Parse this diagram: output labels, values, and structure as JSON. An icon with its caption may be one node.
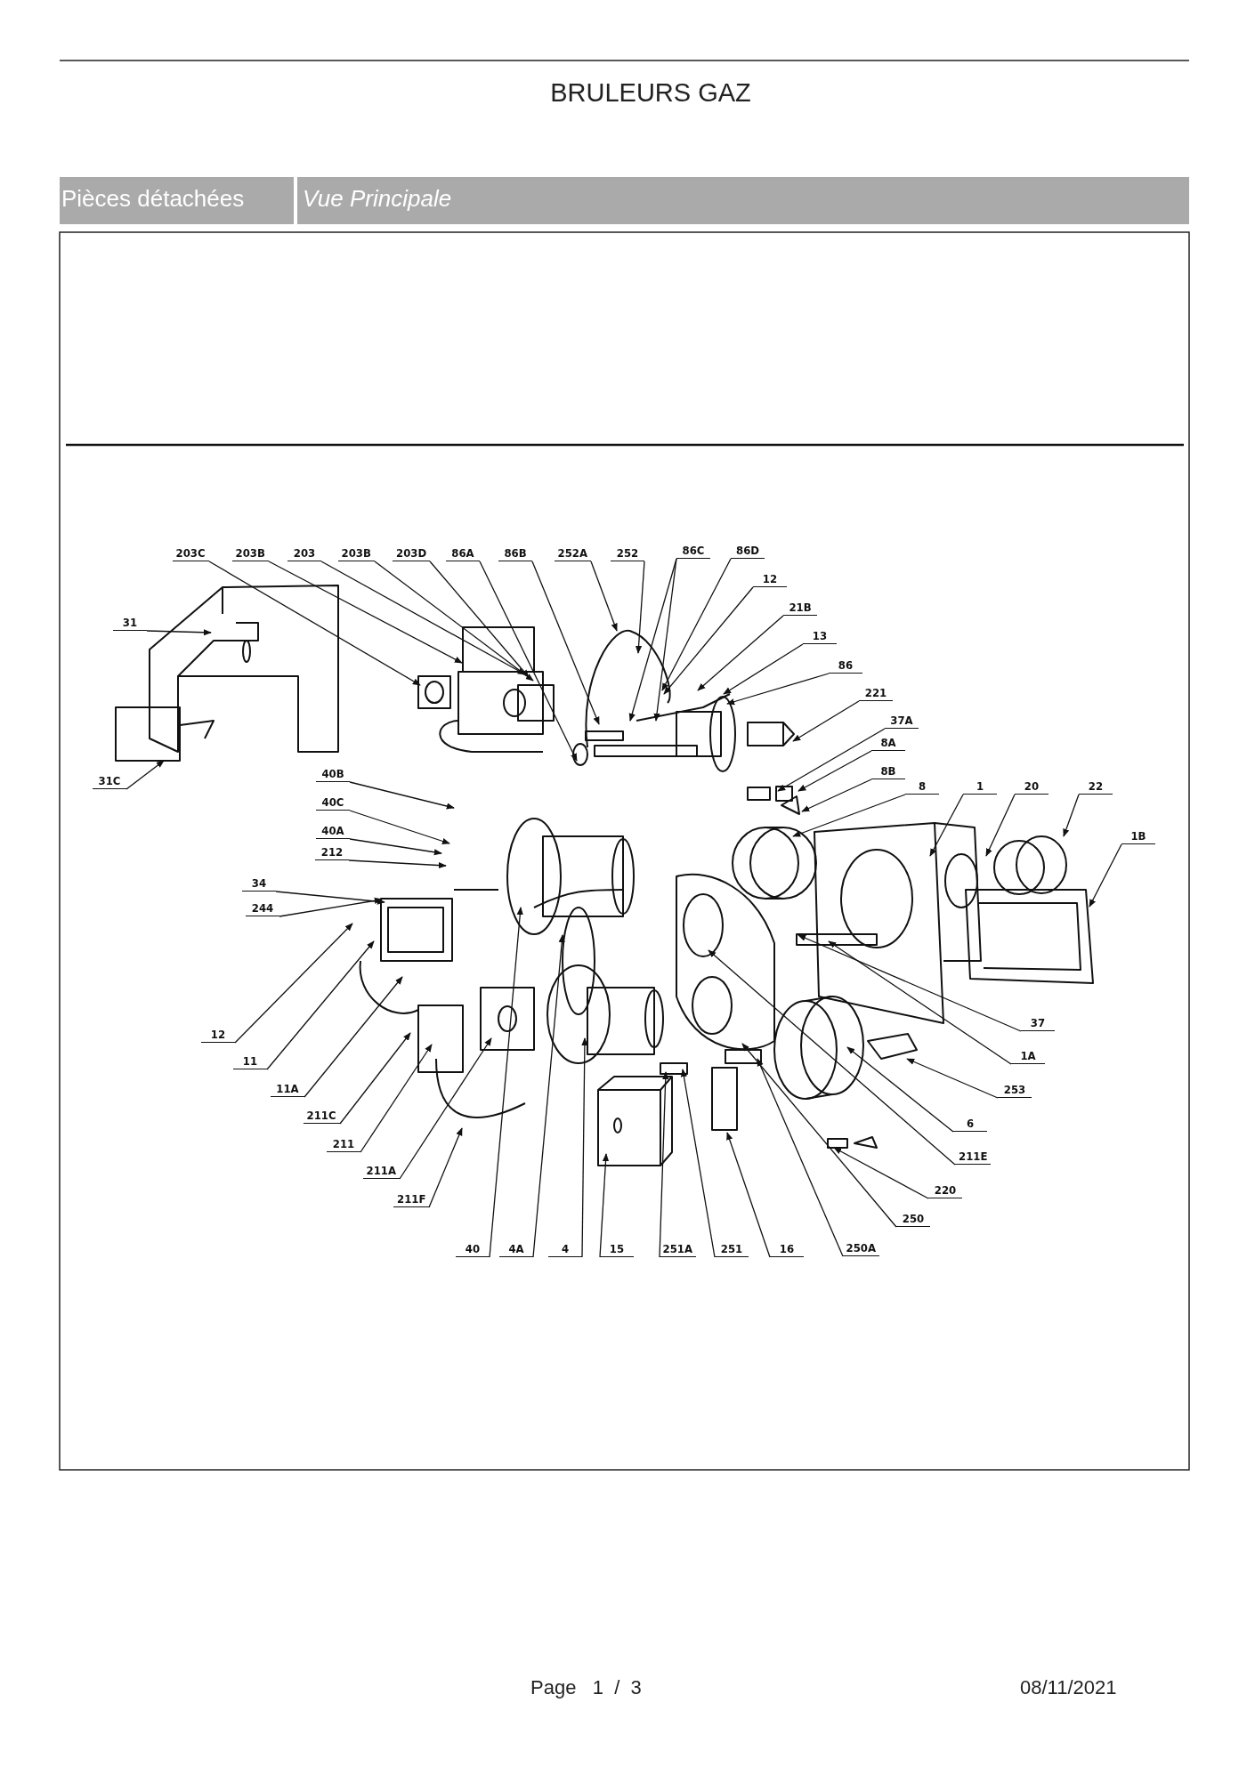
{
  "diagram": {
    "title": "BRULEURS GAZ",
    "nodes": [
      {
        "text": [
          "203C"
        ]
      },
      {
        "text": [
          "203B"
        ]
      },
      {
        "text": [
          "203"
        ]
      },
      {
        "text": [
          "203B"
        ]
      },
      {
        "text": [
          "203D"
        ]
      },
      {
        "text": [
          "86A"
        ]
      },
      {
        "text": [
          "86B"
        ]
      },
      {
        "text": [
          "252A"
        ]
      },
      {
        "text": [
          "252"
        ]
      },
      {
        "text": [
          "86C"
        ]
      },
      {
        "text": [
          "86D"
        ]
      },
      {
        "text": [
          "12"
        ]
      },
      {
        "text": [
          "21B"
        ]
      },
      {
        "text": [
          "13"
        ]
      },
      {
        "text": [
          "86"
        ]
      },
      {
        "text": [
          "221"
        ]
      },
      {
        "text": [
          "37A"
        ]
      },
      {
        "text": [
          "8A"
        ]
      },
      {
        "text": [
          "8B"
        ]
      },
      {
        "text": [
          "8"
        ]
      },
      {
        "text": [
          "1"
        ]
      },
      {
        "text": [
          "20"
        ]
      },
      {
        "text": [
          "22"
        ]
      },
      {
        "text": [
          "1B"
        ]
      },
      {
        "text": [
          "31"
        ]
      },
      {
        "text": [
          "31C"
        ]
      },
      {
        "text": [
          "40B"
        ]
      },
      {
        "text": [
          "40C"
        ]
      },
      {
        "text": [
          "40A"
        ]
      },
      {
        "text": [
          "212"
        ]
      },
      {
        "text": [
          "34"
        ]
      },
      {
        "text": [
          "244"
        ]
      },
      {
        "text": [
          "12"
        ]
      },
      {
        "text": [
          "11"
        ]
      },
      {
        "text": [
          "11A"
        ]
      },
      {
        "text": [
          "211C"
        ]
      },
      {
        "text": [
          "211"
        ]
      },
      {
        "text": [
          "211A"
        ]
      },
      {
        "text": [
          "211F"
        ]
      },
      {
        "text": [
          "40"
        ]
      },
      {
        "text": [
          "4A"
        ]
      },
      {
        "text": [
          "4"
        ]
      },
      {
        "text": [
          "15"
        ]
      },
      {
        "text": [
          "251A"
        ]
      },
      {
        "text": [
          "251"
        ]
      },
      {
        "text": [
          "16"
        ]
      },
      {
        "text": [
          "250A"
        ]
      },
      {
        "text": [
          "37"
        ]
      },
      {
        "text": [
          "1A"
        ]
      },
      {
        "text": [
          "253"
        ]
      },
      {
        "text": [
          "6"
        ]
      },
      {
        "text": [
          "211E"
        ]
      },
      {
        "text": [
          "220"
        ]
      },
      {
        "text": [
          "250"
        ]
      }
    ],
    "edges": [
      {
        "from": 0,
        "to": null,
        "arrow": "to"
      },
      {
        "from": 1,
        "to": null,
        "arrow": "to"
      },
      {
        "from": 2,
        "to": null,
        "arrow": "to"
      },
      {
        "from": 3,
        "to": null,
        "arrow": "to"
      },
      {
        "from": 4,
        "to": null,
        "arrow": "to"
      },
      {
        "from": 5,
        "to": null,
        "arrow": "to"
      },
      {
        "from": 6,
        "to": null,
        "arrow": "to"
      },
      {
        "from": 7,
        "to": null,
        "arrow": "to"
      },
      {
        "from": 8,
        "to": null,
        "arrow": "to"
      },
      {
        "from": 9,
        "to": null,
        "arrow": "to"
      },
      {
        "from": 9,
        "to": null,
        "arrow": "to"
      },
      {
        "from": 10,
        "to": null,
        "arrow": "to"
      },
      {
        "from": 11,
        "to": null,
        "arrow": "to"
      },
      {
        "from": 12,
        "to": null,
        "arrow": "to"
      },
      {
        "from": 13,
        "to": null,
        "arrow": "to"
      },
      {
        "from": 14,
        "to": null,
        "arrow": "to"
      },
      {
        "from": 15,
        "to": null,
        "arrow": "to"
      },
      {
        "from": 16,
        "to": null,
        "arrow": "to"
      },
      {
        "from": 17,
        "to": null,
        "arrow": "to"
      },
      {
        "from": 18,
        "to": null,
        "arrow": "to"
      },
      {
        "from": 19,
        "to": null,
        "arrow": "to"
      },
      {
        "from": 20,
        "to": null,
        "arrow": "to"
      },
      {
        "from": 21,
        "to": null,
        "arrow": "to"
      },
      {
        "from": 22,
        "to": null,
        "arrow": "to"
      },
      {
        "from": 23,
        "to": null,
        "arrow": "to"
      },
      {
        "from": 24,
        "to": null,
        "arrow": "to"
      },
      {
        "from": 25,
        "to": null,
        "arrow": "to"
      },
      {
        "from": 26,
        "to": null,
        "arrow": "to"
      },
      {
        "from": 27,
        "to": null,
        "arrow": "to"
      },
      {
        "from": 28,
        "to": null,
        "arrow": "to"
      },
      {
        "from": 29,
        "to": null,
        "arrow": "to"
      },
      {
        "from": 30,
        "to": null,
        "arrow": "to"
      },
      {
        "from": 31,
        "to": null,
        "arrow": "to"
      },
      {
        "from": 32,
        "to": null,
        "arrow": "to"
      },
      {
        "from": 33,
        "to": null,
        "arrow": "to"
      },
      {
        "from": 34,
        "to": null,
        "arrow": "to"
      },
      {
        "from": 35,
        "to": null,
        "arrow": "to"
      },
      {
        "from": 36,
        "to": null,
        "arrow": "to"
      },
      {
        "from": 37,
        "to": null,
        "arrow": "to"
      },
      {
        "from": 38,
        "to": null,
        "arrow": "to"
      },
      {
        "from": 39,
        "to": null,
        "arrow": "to"
      },
      {
        "from": 40,
        "to": null,
        "arrow": "to"
      },
      {
        "from": 41,
        "to": null,
        "arrow": "to"
      },
      {
        "from": 42,
        "to": null,
        "arrow": "to"
      },
      {
        "from": 43,
        "to": null,
        "arrow": "to"
      },
      {
        "from": 44,
        "to": null,
        "arrow": "to"
      },
      {
        "from": 45,
        "to": null,
        "arrow": "to"
      },
      {
        "from": 46,
        "to": null,
        "arrow": "to"
      },
      {
        "from": 47,
        "to": null,
        "arrow": "to"
      },
      {
        "from": 48,
        "to": null,
        "arrow": "to"
      },
      {
        "from": 49,
        "to": null,
        "arrow": "to"
      },
      {
        "from": 50,
        "to": null,
        "arrow": "to"
      },
      {
        "from": 51,
        "to": null,
        "arrow": "to"
      },
      {
        "from": 52,
        "to": null,
        "arrow": "to"
      },
      {
        "from": 53,
        "to": null,
        "arrow": "to"
      }
    ],
    "labels": [
      "Pièces détachées",
      "Vue Principale",
      "Page   1  /  3",
      "08/11/2021"
    ]
  }
}
